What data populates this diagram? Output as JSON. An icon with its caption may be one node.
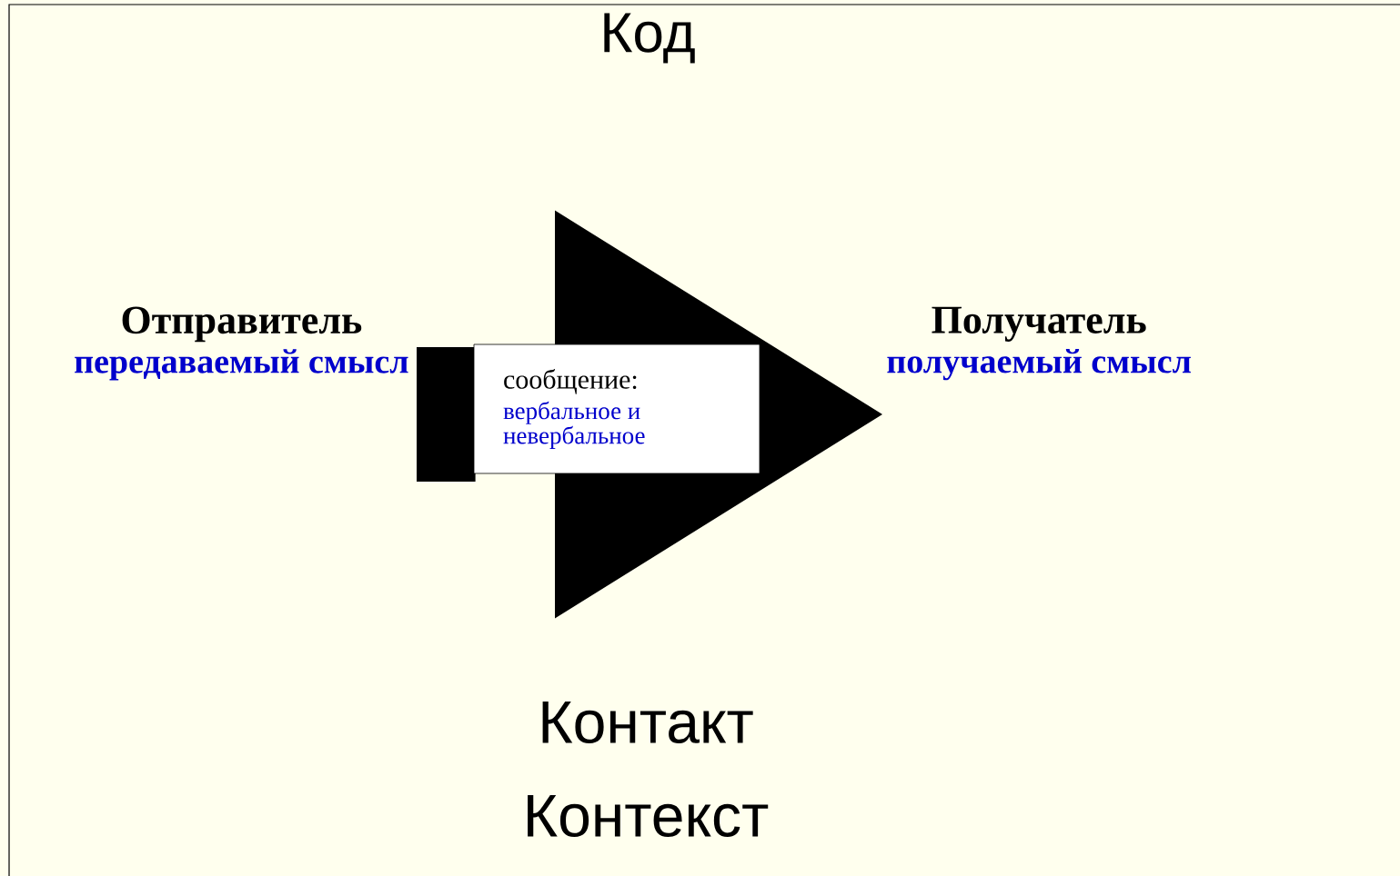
{
  "diagram": {
    "nodes": [
      {
        "text": [
          "Отправитель",
          "передаваемый смысл"
        ]
      },
      {
        "text": [
          "сообщение:",
          "вербальное и невербальное"
        ]
      },
      {
        "text": [
          "Получатель",
          "получаемый смысл"
        ]
      }
    ],
    "edges": [
      {
        "from": 0,
        "to": 1,
        "arrow": "none"
      },
      {
        "from": 1,
        "to": 2,
        "arrow": "to"
      }
    ],
    "labels": [
      "Код",
      "Контакт",
      "Контекст"
    ]
  }
}
